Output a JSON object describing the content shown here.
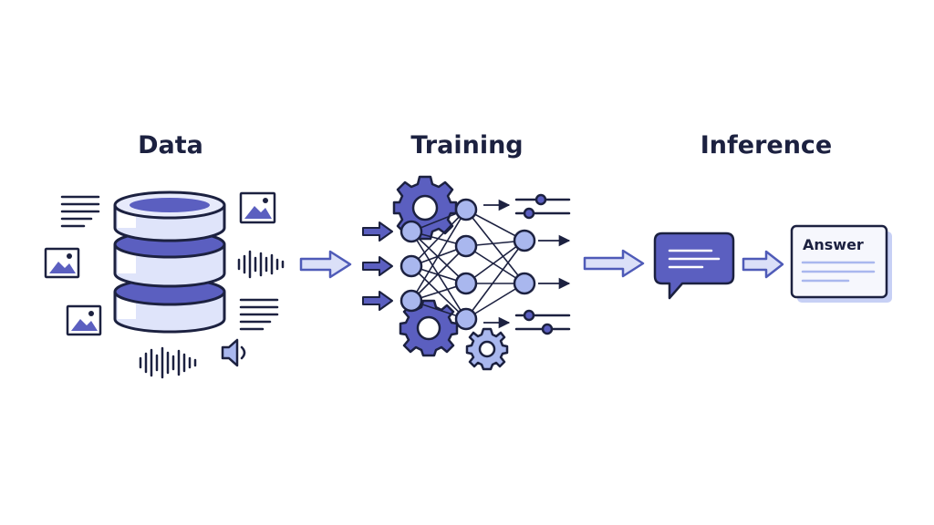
{
  "stages": [
    {
      "title": "Data"
    },
    {
      "title": "Training"
    },
    {
      "title": "Inference"
    }
  ],
  "answer_card": {
    "label": "Answer"
  },
  "icons": {
    "data": [
      "database-icon",
      "document-lines-icon",
      "image-icon",
      "audio-waveform-icon",
      "speaker-icon"
    ],
    "training": [
      "neural-network-icon",
      "gear-icon",
      "slider-control-icon"
    ],
    "inference": [
      "chat-bubble-icon",
      "answer-card-icon"
    ],
    "flow": [
      "right-arrow-icon"
    ]
  },
  "colors": {
    "ink": "#1c2140",
    "accent": "#5b5fc0",
    "accent_light": "#a9b7ee",
    "fill_pale": "#e7eafb",
    "arrow": "#4f5bb8"
  }
}
